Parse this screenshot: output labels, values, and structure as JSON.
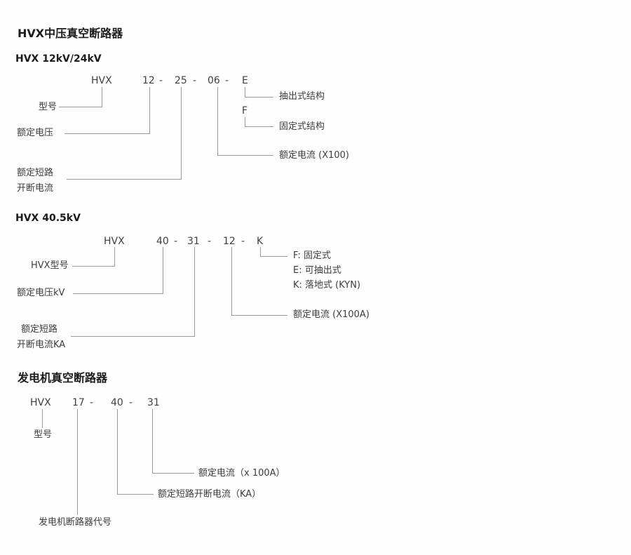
{
  "page_title": "HVX中压真空断路器",
  "s1": {
    "subtitle": "HVX 12kV/24kV",
    "code": {
      "model": "HVX",
      "voltage": "12",
      "dash1": "-",
      "short_circuit": "25",
      "dash2": "-",
      "current": "06",
      "dash3": "-",
      "structure": "E"
    },
    "labels": {
      "model": "型号",
      "voltage": "额定电压",
      "short_circuit_line1": "额定短路",
      "short_circuit_line2": "开断电流",
      "current": "额定电流 (X100)",
      "structure_e": "抽出式结构",
      "structure_f_code": "F",
      "structure_f": "固定式结构"
    }
  },
  "s2": {
    "subtitle": "HVX 40.5kV",
    "code": {
      "model": "HVX",
      "voltage": "40",
      "dash1": "-",
      "short_circuit": "31",
      "dash2": "-",
      "current": "12",
      "dash3": "-",
      "structure": "K"
    },
    "labels": {
      "model": "HVX型号",
      "voltage": "额定电压kV",
      "short_circuit_line1": "额定短路",
      "short_circuit_line2": "开断电流KA",
      "current": "额定电流 (X100A)",
      "structure_f": "F: 固定式",
      "structure_e": "E: 可抽出式",
      "structure_k": "K: 落地式 (KYN)"
    }
  },
  "s3": {
    "title": "发电机真空断路器",
    "code": {
      "model": "HVX",
      "gen_code": "17",
      "dash1": "-",
      "short_circuit": "40",
      "dash2": "-",
      "current": "31"
    },
    "labels": {
      "model": "型号",
      "gen_code": "发电机断路器代号",
      "short_circuit": "额定短路开断电流（KA）",
      "current": "额定电流（x 100A）"
    }
  }
}
